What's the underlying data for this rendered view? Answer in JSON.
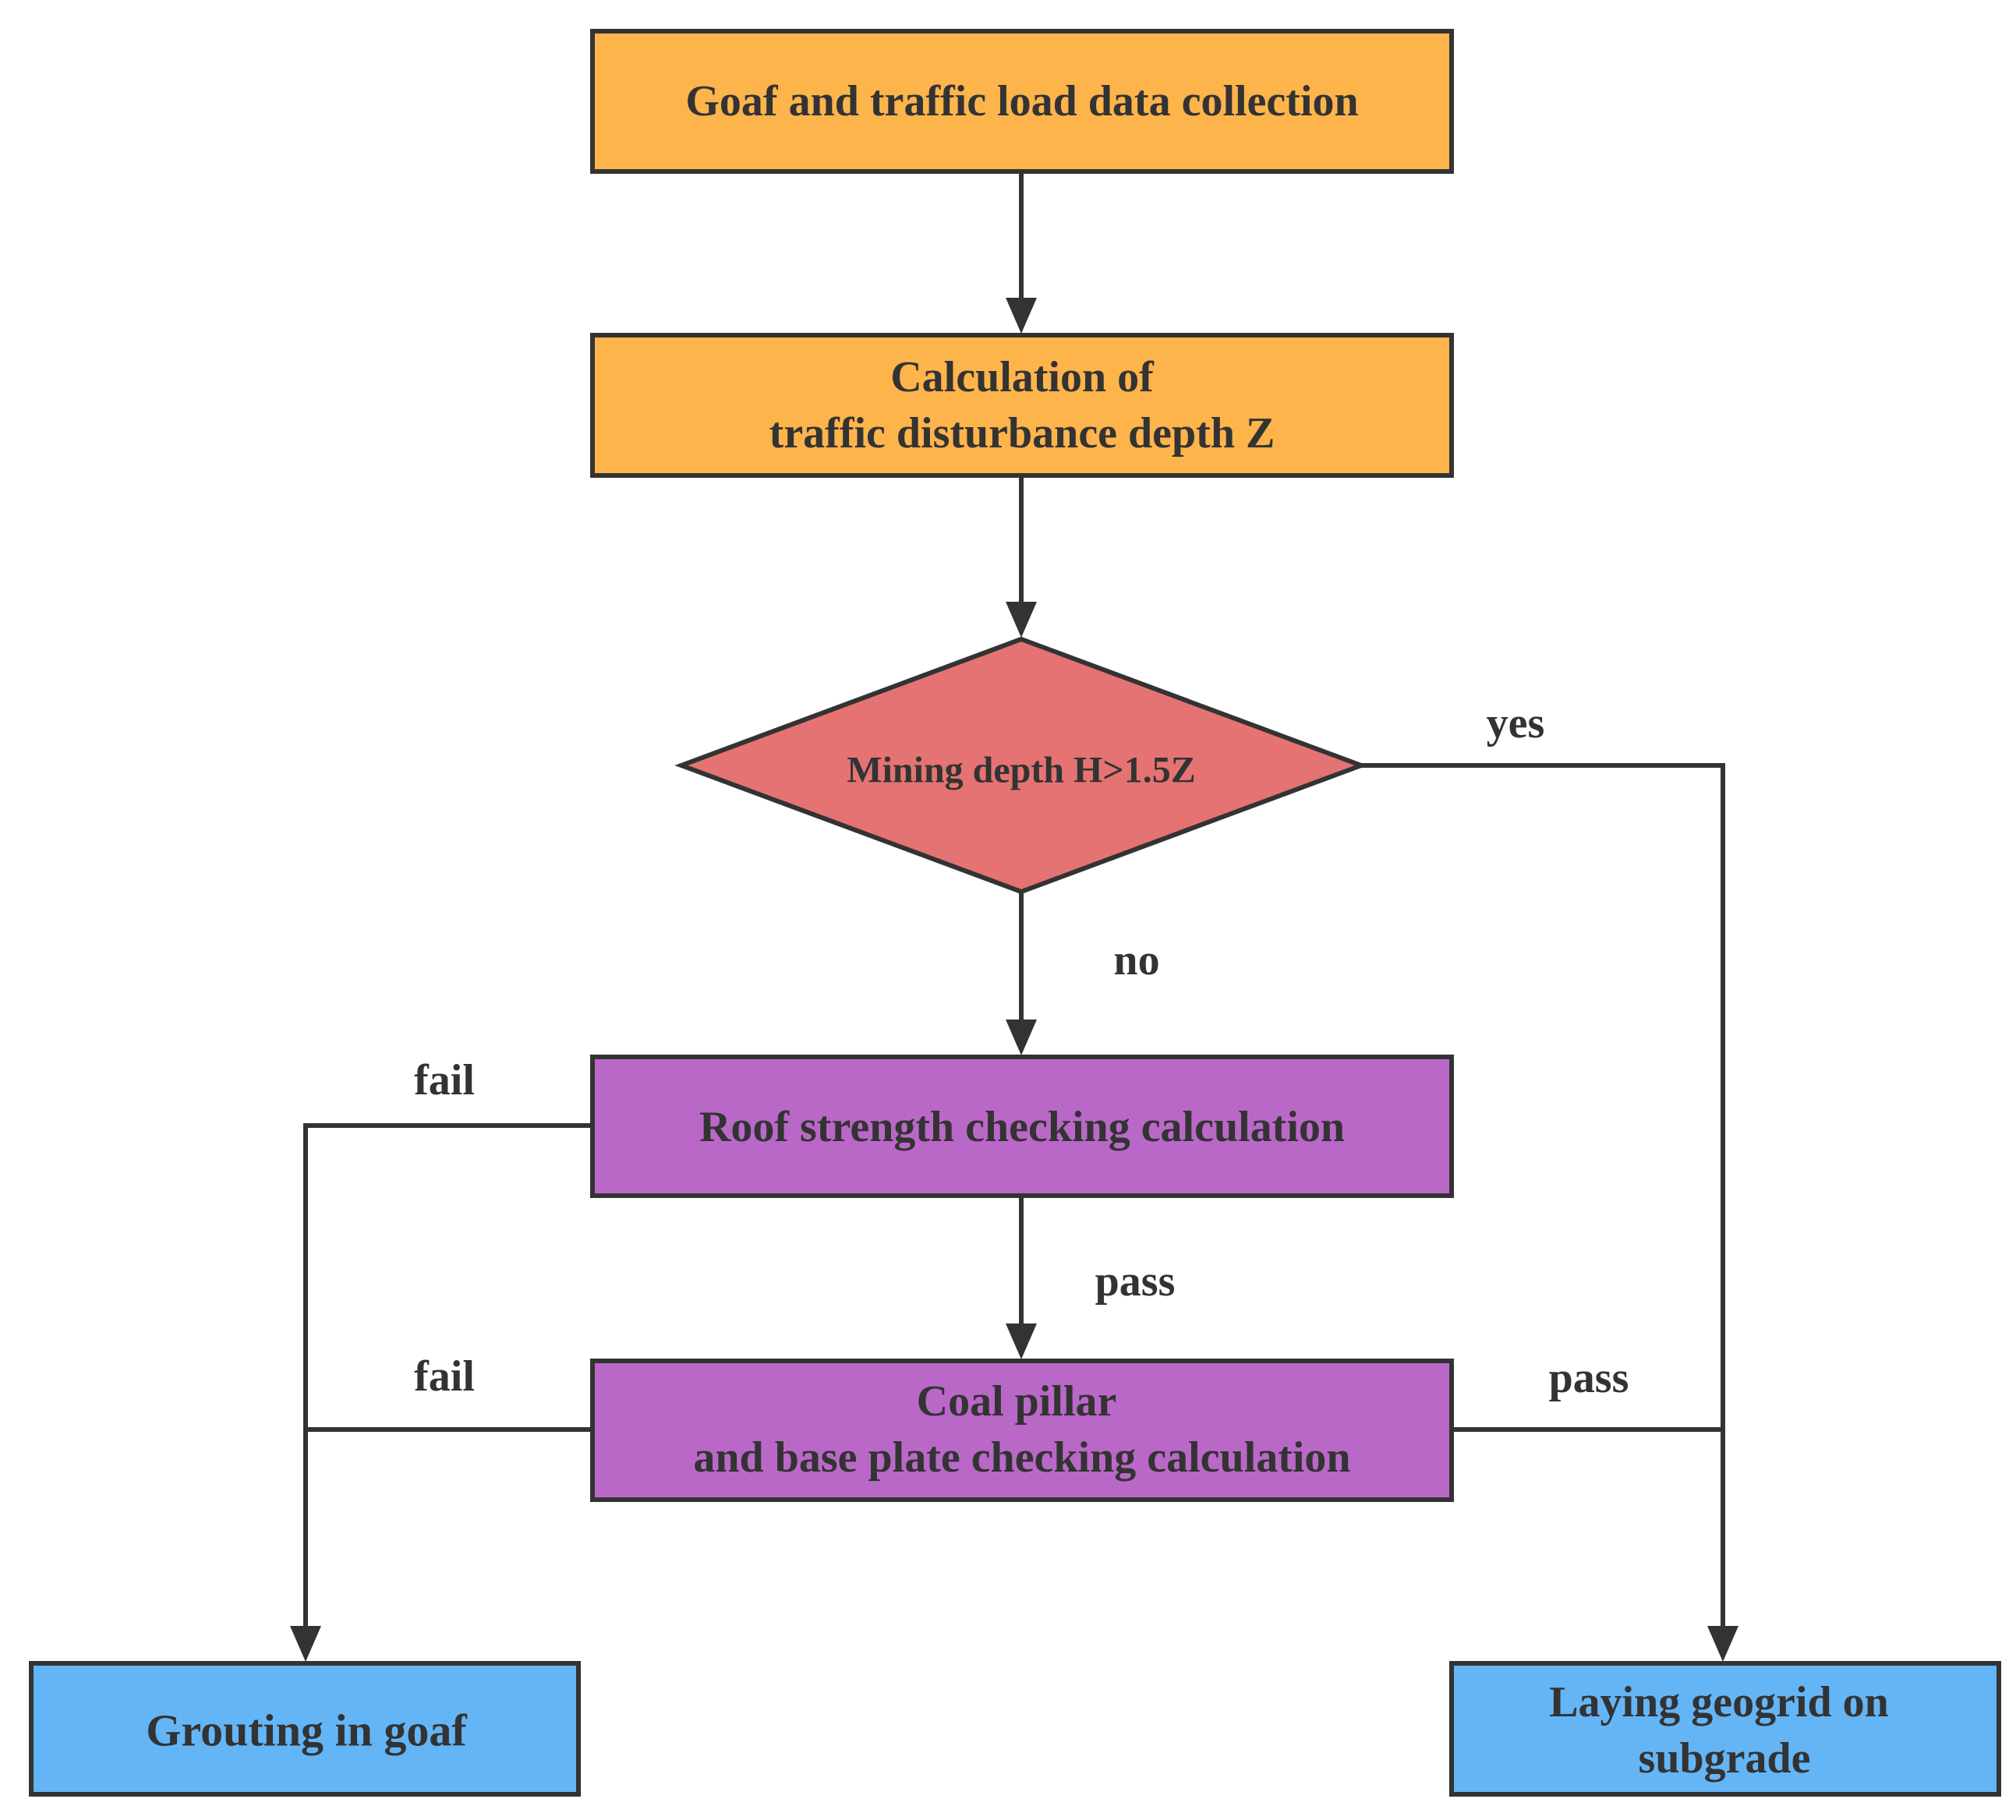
{
  "colors": {
    "data_step": "#FDB44B",
    "decision": "#E57373",
    "check_step": "#BA68C8",
    "outcome": "#64B5F6",
    "stroke": "#333333"
  },
  "nodes": {
    "collect": {
      "lines": [
        "Goaf and traffic load data collection"
      ]
    },
    "calc_z": {
      "lines": [
        "Calculation of",
        "traffic disturbance depth Z"
      ]
    },
    "decision": {
      "lines": [
        "Mining depth H>1.5Z"
      ]
    },
    "roof": {
      "lines": [
        "Roof strength checking calculation"
      ]
    },
    "pillar": {
      "lines": [
        "Coal pillar",
        "and base plate checking calculation"
      ]
    },
    "grouting": {
      "lines": [
        "Grouting in goaf"
      ]
    },
    "geogrid": {
      "lines": [
        "Laying geogrid on",
        "subgrade"
      ]
    }
  },
  "edges": {
    "yes": "yes",
    "no": "no",
    "roof_fail": "fail",
    "roof_pass": "pass",
    "pillar_fail": "fail",
    "pillar_pass": "pass"
  }
}
